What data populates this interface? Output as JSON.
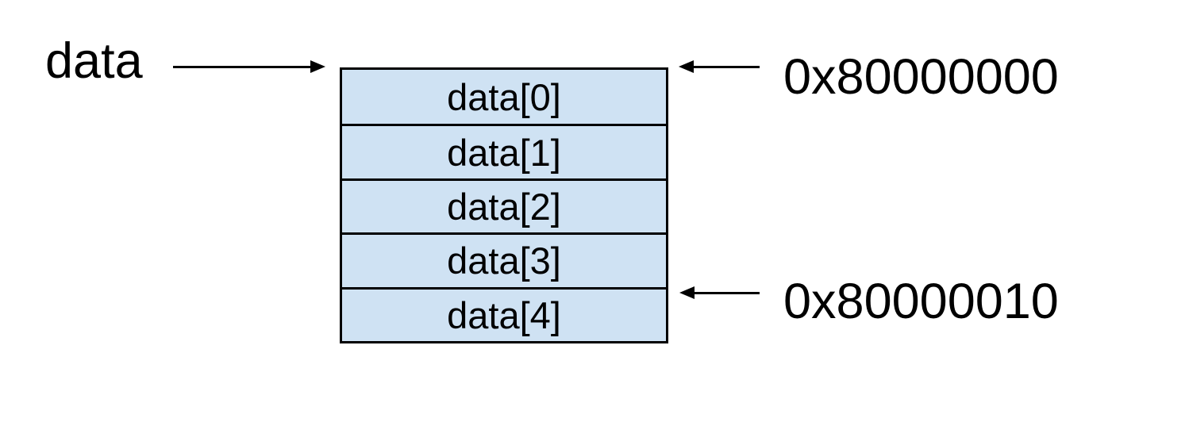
{
  "diagram": {
    "title_hint": "array-memory-layout",
    "pointer": {
      "label": "data"
    },
    "array": {
      "cells": [
        "data[0]",
        "data[1]",
        "data[2]",
        "data[3]",
        "data[4]"
      ],
      "cell_count": 5
    },
    "addresses": {
      "base": "0x80000000",
      "last_element": "0x80000010"
    },
    "colors": {
      "cell_fill": "#cfe2f3",
      "border": "#000000",
      "text": "#000000",
      "background": "#ffffff"
    }
  }
}
